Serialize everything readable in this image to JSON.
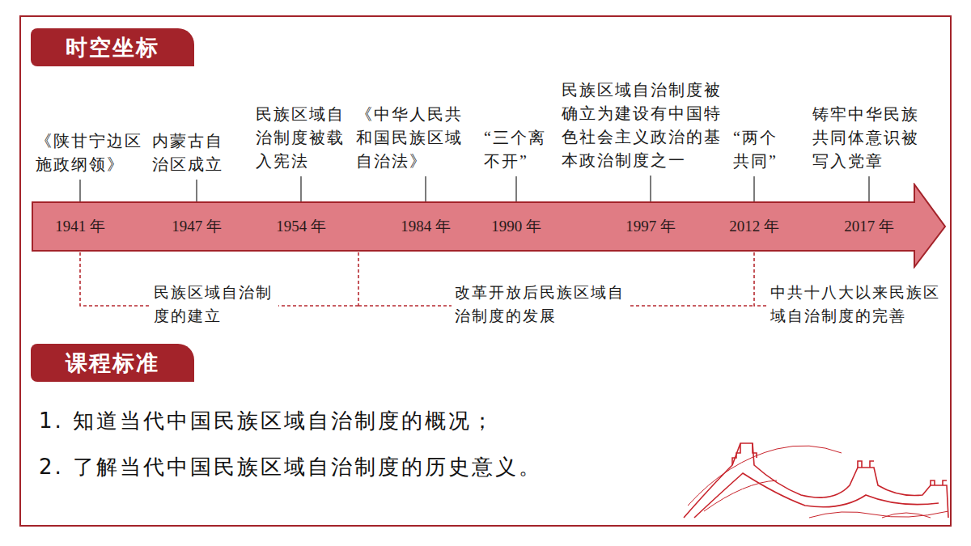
{
  "diagram": {
    "nodes": [
      {
        "text": [
          "时空坐标"
        ]
      },
      {
        "text": [
          "1941 年",
          "1947 年",
          "1954 年",
          "1984 年",
          "1990 年",
          "1997 年",
          "2012 年",
          "2017 年"
        ]
      },
      {
        "text": [
          "课程标准"
        ]
      }
    ],
    "labels": [
      "《陕甘宁边区施政纲领》",
      "内蒙古自治区成立",
      "民族区域自治制度被载入宪法",
      "《中华人民共和国民族区域自治法》",
      "“三个离不开”",
      "民族区域自治制度被确立为建设有中国特色社会主义政治的基本政治制度之一",
      "“两个共同”",
      "铸牢中华民族共同体意识被写入党章",
      "民族区域自治制度的建立",
      "改革开放后民族区域自治制度的发展",
      "中共十八大以来民族区域自治制度的完善",
      "1. 知道当代中国民族区域自治制度的概况；",
      "2. 了解当代中国民族区域自治制度的历史意义。"
    ]
  }
}
